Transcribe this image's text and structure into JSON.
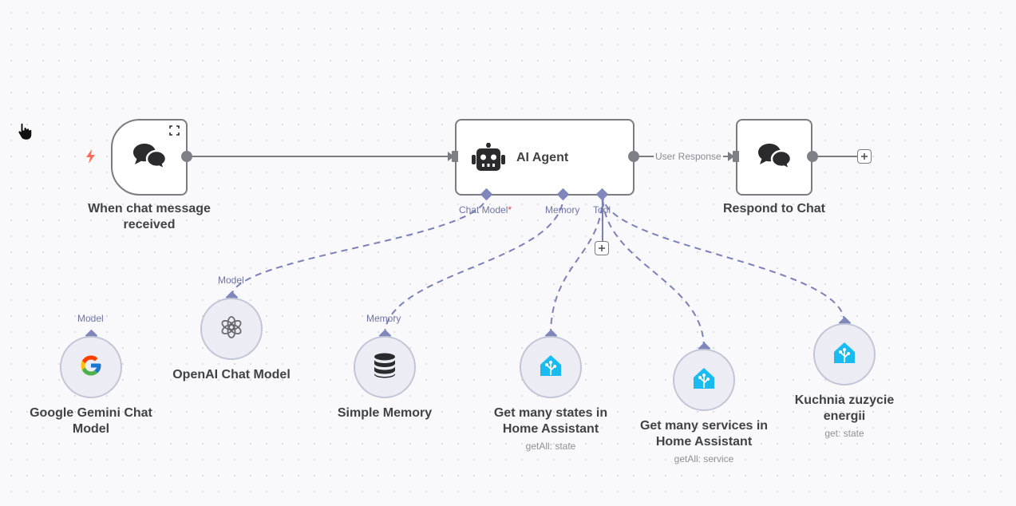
{
  "nodes": {
    "chat_trigger": {
      "label": "When chat message received"
    },
    "ai_agent": {
      "title": "AI Agent",
      "ports": {
        "chat_model": "Chat Model",
        "required_mark": "*",
        "memory": "Memory",
        "tool": "Tool"
      }
    },
    "respond": {
      "label": "Respond to Chat"
    },
    "gemini": {
      "label": "Google Gemini Chat Model",
      "port": "Model"
    },
    "openai": {
      "label": "OpenAI Chat Model",
      "port": "Model"
    },
    "memory": {
      "label": "Simple Memory",
      "port": "Memory"
    },
    "ha_states": {
      "label": "Get many states in Home Assistant",
      "sub": "getAll: state"
    },
    "ha_services": {
      "label": "Get many services in Home Assistant",
      "sub": "getAll: service"
    },
    "kuchnia": {
      "label": "Kuchnia zuzycie energii",
      "sub": "get: state"
    }
  },
  "edges": {
    "user_response": "User Response"
  },
  "icons": {
    "trigger": "chat-bubbles-icon",
    "agent": "robot-icon",
    "respond": "chat-bubbles-icon",
    "gemini": "google-g-icon",
    "openai": "openai-icon",
    "memory": "database-icon",
    "home_assistant": "home-assistant-icon",
    "lightning": "lightning-icon",
    "add": "plus-icon",
    "pointer": "hand-pointer-icon"
  },
  "colors": {
    "connector": "#7b81b8",
    "home_assistant": "#18bcf2",
    "trigger_bolt": "#ff6d5a",
    "border": "#7b7b82"
  }
}
